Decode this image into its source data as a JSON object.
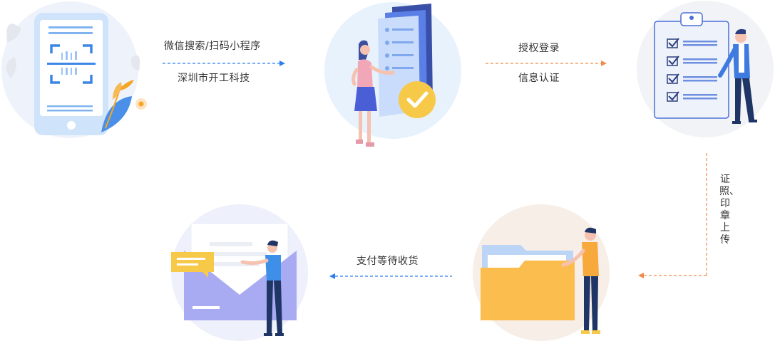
{
  "flow": {
    "step1_to_2": {
      "line1": "微信搜索/扫码小程序",
      "line2": "深圳市开工科技",
      "color": "#2b7ef0"
    },
    "step2_to_3": {
      "line1": "授权登录",
      "line2": "信息认证",
      "color": "#f08a4b"
    },
    "step3_to_4": {
      "label": "证照、印章上传",
      "color": "#f08a4b"
    },
    "step4_to_5": {
      "label": "支付等待收货",
      "color": "#2b7ef0"
    }
  },
  "colors": {
    "circle_blue": "#e8f2fc",
    "circle_grey": "#f2f3f7",
    "circle_peach": "#f7eee8",
    "accent_blue": "#4a90e2",
    "accent_yellow": "#f7c948",
    "folder": "#fbbd4d"
  },
  "icons": [
    "phone-scan-icon",
    "document-check-icon",
    "clipboard-checklist-icon",
    "folder-icon",
    "envelope-icon"
  ]
}
